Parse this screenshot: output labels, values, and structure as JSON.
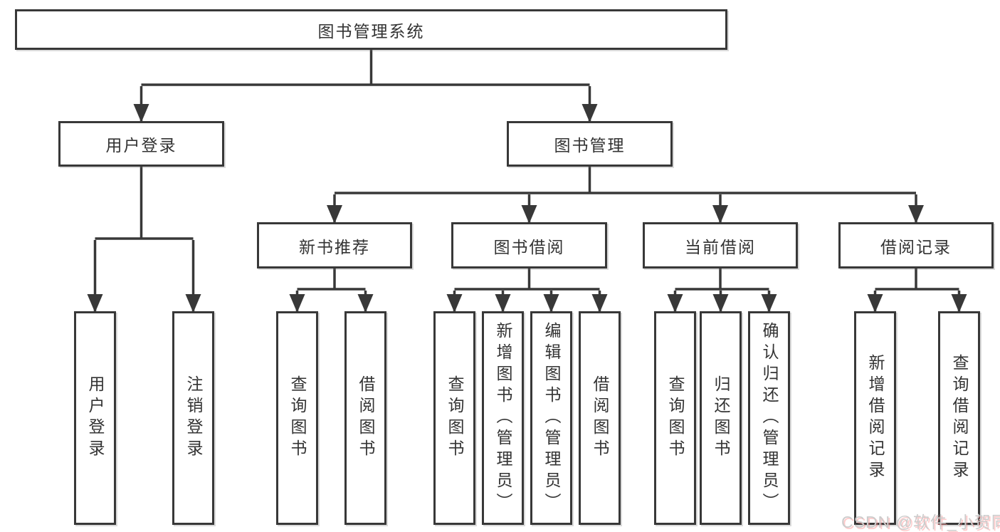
{
  "diagram": {
    "type": "hierarchy-tree",
    "title": "图书管理系统",
    "nodes": {
      "root": {
        "label": "图书管理系统"
      },
      "user_login": {
        "label": "用户登录"
      },
      "book_management": {
        "label": "图书管理"
      },
      "new_book_recommend": {
        "label": "新书推荐"
      },
      "book_borrow": {
        "label": "图书借阅"
      },
      "current_borrow": {
        "label": "当前借阅"
      },
      "borrow_record": {
        "label": "借阅记录"
      },
      "login_leaf": {
        "label": "用户登录"
      },
      "logout_leaf": {
        "label": "注销登录"
      },
      "recommend_query_book": {
        "label": "查询图书"
      },
      "recommend_borrow_book": {
        "label": "借阅图书"
      },
      "borrow_query_book": {
        "label": "查询图书"
      },
      "borrow_add_book": {
        "label": "新增图书（管理员）"
      },
      "borrow_edit_book": {
        "label": "编辑图书（管理员）"
      },
      "borrow_borrow_book": {
        "label": "借阅图书"
      },
      "current_query_book": {
        "label": "查询图书"
      },
      "current_return_book": {
        "label": "归还图书"
      },
      "current_confirm_return": {
        "label": "确认归还（管理员）"
      },
      "record_add_record": {
        "label": "新增借阅记录"
      },
      "record_query_record": {
        "label": "查询借阅记录"
      }
    },
    "hierarchy": {
      "root": [
        "user_login",
        "book_management"
      ],
      "user_login": [
        "login_leaf",
        "logout_leaf"
      ],
      "book_management": [
        "new_book_recommend",
        "book_borrow",
        "current_borrow",
        "borrow_record"
      ],
      "new_book_recommend": [
        "recommend_query_book",
        "recommend_borrow_book"
      ],
      "book_borrow": [
        "borrow_query_book",
        "borrow_add_book",
        "borrow_edit_book",
        "borrow_borrow_book"
      ],
      "current_borrow": [
        "current_query_book",
        "current_return_book",
        "current_confirm_return"
      ],
      "borrow_record": [
        "record_add_record",
        "record_query_record"
      ]
    },
    "colors": {
      "line": "#383838",
      "box_border": "#383838",
      "box_fill": "#ffffff",
      "text": "#333333",
      "background": "#ffffff",
      "watermark_text": "#cccccc"
    }
  },
  "watermark": "CSDN @软件_小贺同学"
}
